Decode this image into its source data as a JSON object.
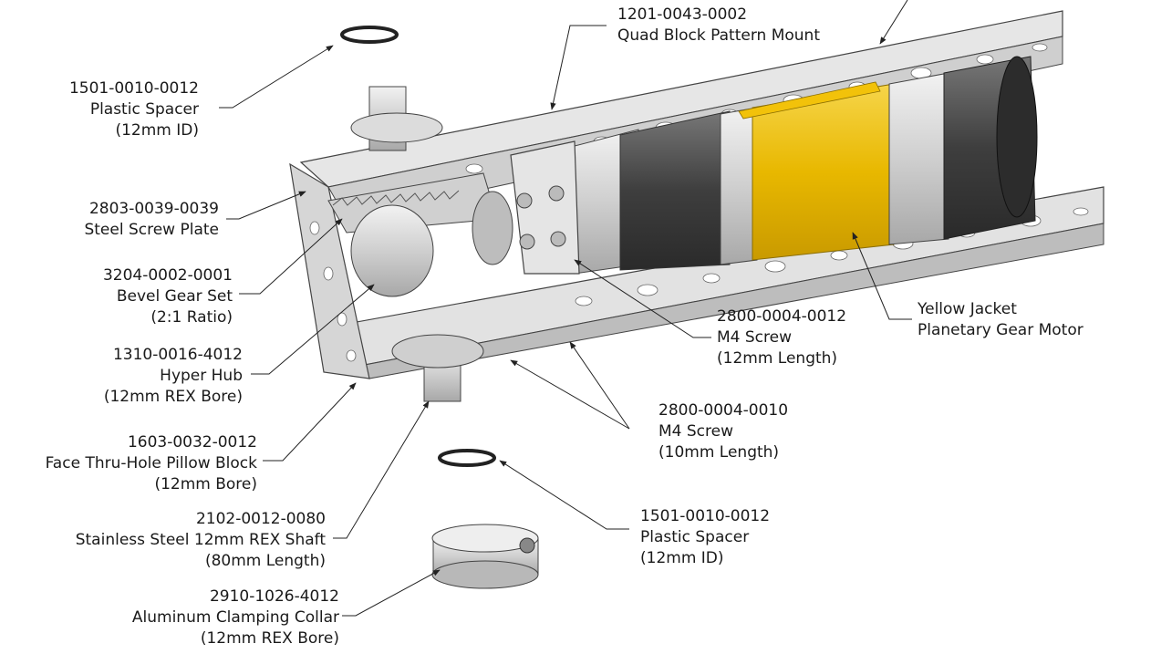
{
  "callouts": [
    {
      "id": "c1",
      "lines": [
        "1501-0010-0012",
        "Plastic Spacer",
        "(12mm ID)"
      ]
    },
    {
      "id": "c2",
      "lines": [
        "2803-0039-0039",
        "Steel Screw Plate"
      ]
    },
    {
      "id": "c3",
      "lines": [
        "3204-0002-0001",
        "Bevel Gear Set",
        "(2:1 Ratio)"
      ]
    },
    {
      "id": "c4",
      "lines": [
        "1310-0016-4012",
        "Hyper Hub",
        "(12mm REX Bore)"
      ]
    },
    {
      "id": "c5",
      "lines": [
        "1603-0032-0012",
        "Face Thru-Hole Pillow Block",
        "(12mm Bore)"
      ]
    },
    {
      "id": "c6",
      "lines": [
        "2102-0012-0080",
        "Stainless Steel 12mm REX Shaft",
        "(80mm Length)"
      ]
    },
    {
      "id": "c7",
      "lines": [
        "2910-1026-4012",
        "Aluminum Clamping Collar",
        "(12mm REX Bore)"
      ]
    },
    {
      "id": "c8",
      "lines": [
        "1201-0043-0002",
        "Quad Block Pattern Mount"
      ]
    },
    {
      "id": "c9",
      "lines": [
        "Yellow Jacket",
        "Planetary Gear Motor"
      ]
    },
    {
      "id": "c10",
      "lines": [
        "2800-0004-0012",
        "M4 Screw",
        "(12mm Length)"
      ]
    },
    {
      "id": "c11",
      "lines": [
        "2800-0004-0010",
        "M4 Screw",
        "(10mm Length)"
      ]
    },
    {
      "id": "c12",
      "lines": [
        "1501-0010-0012",
        "Plastic Spacer",
        "(12mm ID)"
      ]
    }
  ],
  "colors": {
    "motor_jacket": "#f2c20a",
    "metal": "#d9d9d9",
    "dark_metal": "#4a4a4a",
    "line": "#222222"
  }
}
